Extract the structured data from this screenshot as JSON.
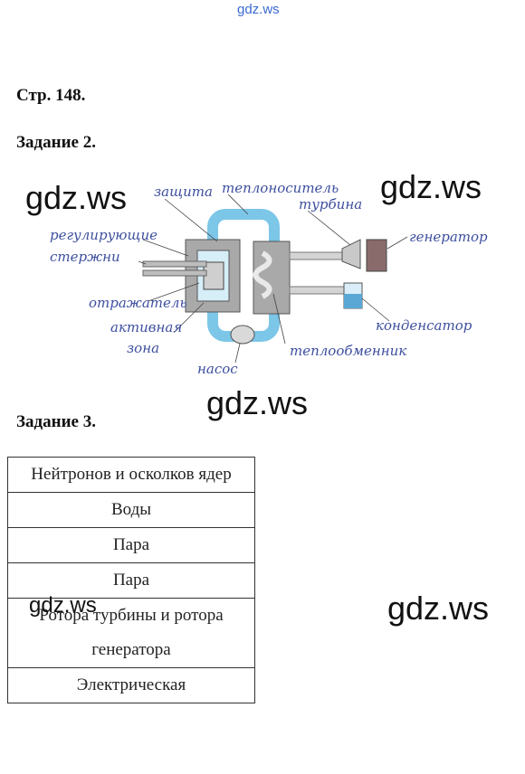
{
  "watermark_top": "gdz.ws",
  "page_ref": "Стр. 148.",
  "task2_title": "Задание 2.",
  "task3_title": "Задание 3.",
  "watermarks": [
    "gdz.ws",
    "gdz.ws",
    "gdz.ws",
    "gdz.ws",
    "gdz.ws"
  ],
  "diagram_labels": {
    "protection": "защита",
    "coolant": "теплоноситель",
    "turbine": "турбина",
    "generator": "генератор",
    "control_rods_1": "регулирующие",
    "control_rods_2": "стержни",
    "reflector": "отражатель",
    "core_1": "активная",
    "core_2": "зона",
    "condenser": "конденсатор",
    "heat_exchanger": "теплообменник",
    "pump": "насос"
  },
  "answers": [
    "Нейтронов и осколков ядер",
    "Воды",
    "Пара",
    "Пара",
    "Ротора турбины и ротора генератора",
    "Электрическая"
  ]
}
